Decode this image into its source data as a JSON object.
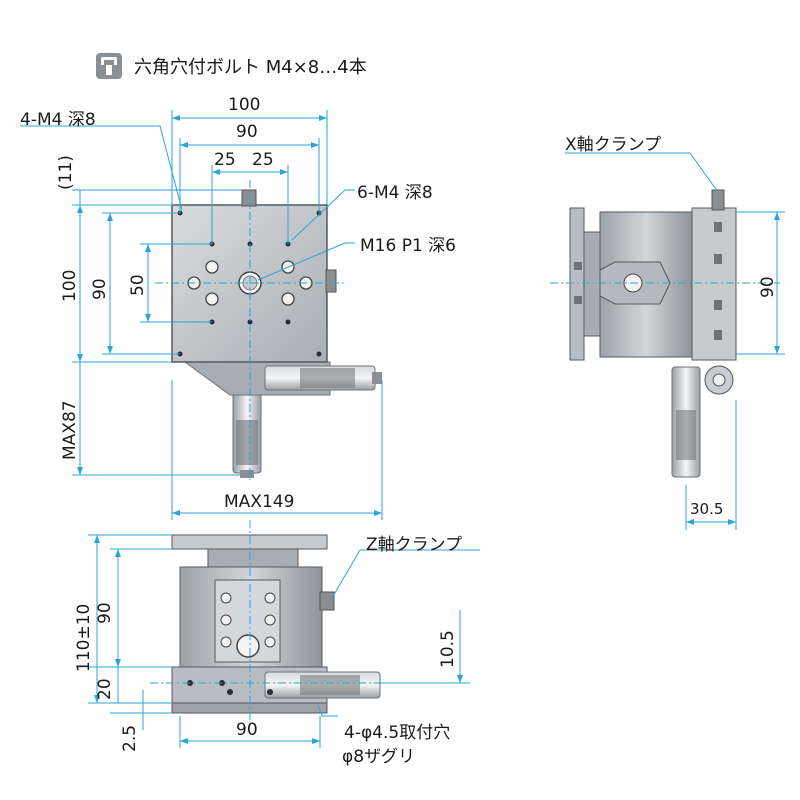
{
  "header": {
    "icon": "hex-bolt-icon",
    "text": "六角穴付ボルト M4×8…4本"
  },
  "top_view": {
    "callout_tapped_holes": "4-M4 深8",
    "dim_width_total": "100",
    "dim_width_inner": "90",
    "dim_25_left": "25",
    "dim_25_right": "25",
    "dim_11": "(11)",
    "dim_height_total": "100",
    "dim_height_inner": "90",
    "dim_50": "50",
    "callout_6m4": "6-M4 深8",
    "callout_m16": "M16 P1 深6",
    "dim_max87": "MAX87",
    "dim_max149": "MAX149"
  },
  "side_view": {
    "callout_x_clamp": "X軸クランプ",
    "dim_90": "90",
    "dim_30_5": "30.5"
  },
  "front_view": {
    "callout_z_clamp": "Z軸クランプ",
    "dim_110": "110±10",
    "dim_90": "90",
    "dim_20": "20",
    "dim_2_5": "2.5",
    "dim_10_5": "10.5",
    "dim_90_bottom": "90",
    "callout_mount": "4-φ4.5取付穴",
    "callout_counterbore": "φ8ザグリ"
  },
  "colors": {
    "dim_line": "#2aa5d8",
    "body_dark": "#6e7377",
    "body_mid": "#b9bdc1",
    "body_light": "#e4e6e8"
  }
}
